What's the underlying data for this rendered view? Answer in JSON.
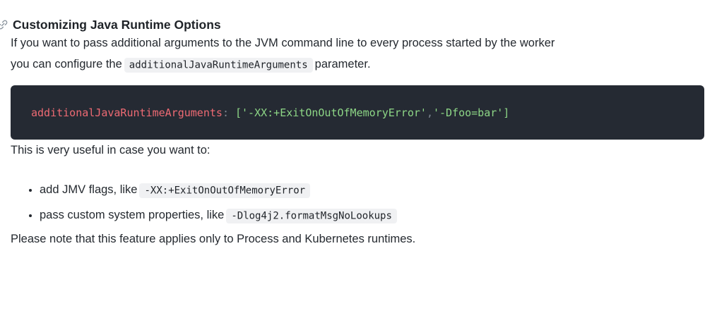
{
  "colors": {
    "code_block_bg": "#252a33",
    "code_key": "#ee6a73",
    "code_string": "#8dd686",
    "code_punct": "#7d8590",
    "inline_code_bg": "#f0f1f3",
    "body_text": "#24292f",
    "anchor_icon": "#8c959f"
  },
  "heading": {
    "title": "Customizing Java Runtime Options",
    "anchor_icon": "link-icon"
  },
  "intro": {
    "line1": "If you want to pass additional arguments to the JVM command line to every process started by the worker",
    "line2_before": "you can configure the",
    "inline_code": "additionalJavaRuntimeArguments",
    "line2_after": "parameter."
  },
  "code_block": {
    "tokens": {
      "key": "additionalJavaRuntimeArguments",
      "colon": ": ",
      "array_first": "['-XX:+ExitOnOutOfMemoryError'",
      "comma": ",",
      "array_second": "'-Dfoo=bar']"
    },
    "full_line": "additionalJavaRuntimeArguments: ['-XX:+ExitOnOutOfMemoryError','-Dfoo=bar']"
  },
  "list_intro": "This is very useful in case you want to:",
  "bullets": [
    {
      "text_before": "add JMV flags, like",
      "code": "-XX:+ExitOnOutOfMemoryError"
    },
    {
      "text_before": "pass custom system properties, like",
      "code": "-Dlog4j2.formatMsgNoLookups"
    }
  ],
  "footer_note": "Please note that this feature applies only to Process and Kubernetes runtimes."
}
